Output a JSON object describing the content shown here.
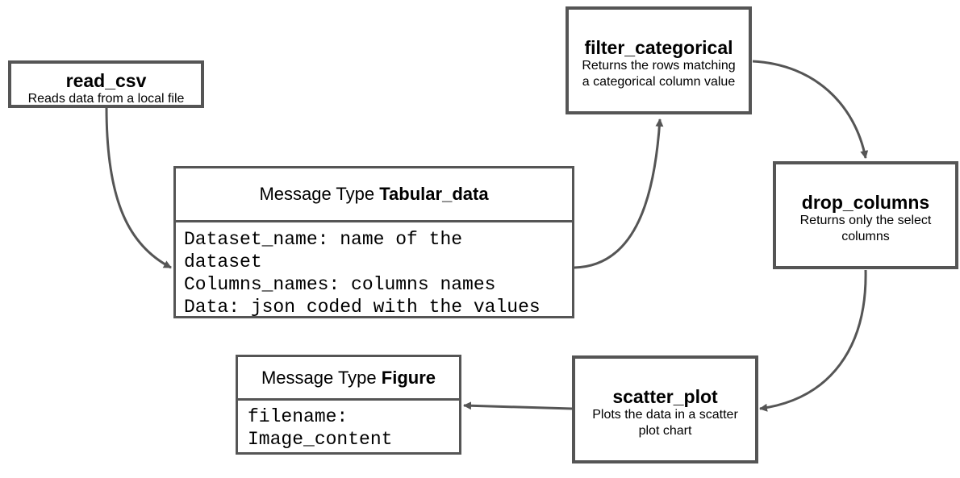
{
  "nodes": {
    "read_csv": {
      "title": "read_csv",
      "desc": "Reads data from a local file"
    },
    "filter_categorical": {
      "title": "filter_categorical",
      "desc_line1": "Returns the rows matching",
      "desc_line2": "a categorical column value"
    },
    "drop_columns": {
      "title": "drop_columns",
      "desc_line1": "Returns only the select",
      "desc_line2": "columns"
    },
    "scatter_plot": {
      "title": "scatter_plot",
      "desc_line1": "Plots the data in a scatter",
      "desc_line2": "plot chart"
    }
  },
  "messages": {
    "tabular": {
      "prefix": "Message Type",
      "type": "Tabular_data",
      "fields": [
        "Dataset_name: name of the",
        "dataset",
        "Columns_names: columns names",
        "Data: json coded with the values"
      ]
    },
    "figure": {
      "prefix": "Message Type",
      "type": "Figure",
      "fields": [
        "filename:",
        "Image_content"
      ]
    }
  },
  "colors": {
    "border": "#555555",
    "arrow": "#555555"
  }
}
